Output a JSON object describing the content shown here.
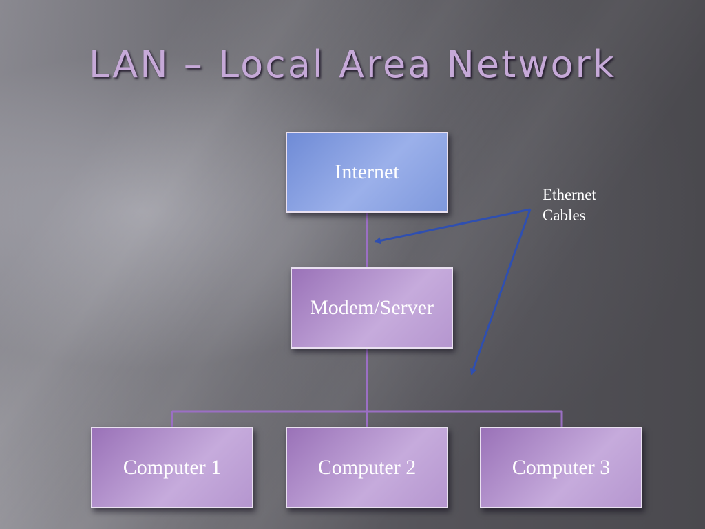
{
  "slide": {
    "title": "LAN – Local Area Network"
  },
  "diagram": {
    "nodes": {
      "internet": "Internet",
      "modem_server": "Modem/Server",
      "computer_1": "Computer 1",
      "computer_2": "Computer 2",
      "computer_3": "Computer 3"
    },
    "annotation": {
      "line1": "Ethernet",
      "line2": "Cables"
    }
  },
  "colors": {
    "title": "#c6a9d8",
    "connector": "#9b6fc4",
    "arrow": "#2f4fb0",
    "node_blue": "#8aa1e2",
    "node_purple": "#b894d2"
  }
}
